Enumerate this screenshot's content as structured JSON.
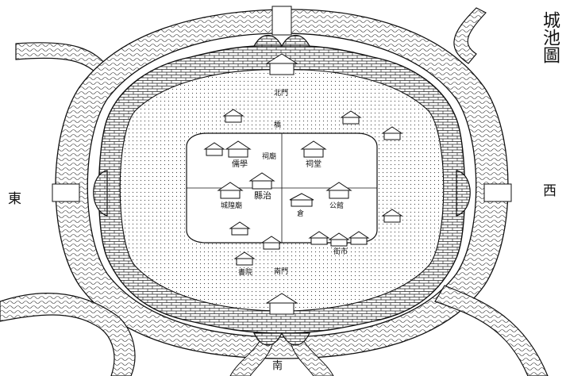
{
  "title": "城池圖",
  "directions": {
    "east": "東",
    "west": "西",
    "south": "南"
  },
  "labels": {
    "gate_north": "北門",
    "gate_south": "南門",
    "yamen": "縣治",
    "study_hall": "儒學",
    "shrine_left": "祠廟",
    "shrine_right": "祠堂",
    "storehouse": "倉",
    "academy": "書院",
    "temple": "城隍廟",
    "office": "公館",
    "bridge": "橋",
    "market": "街市"
  },
  "colors": {
    "ink": "#111111",
    "paper": "#ffffff"
  }
}
